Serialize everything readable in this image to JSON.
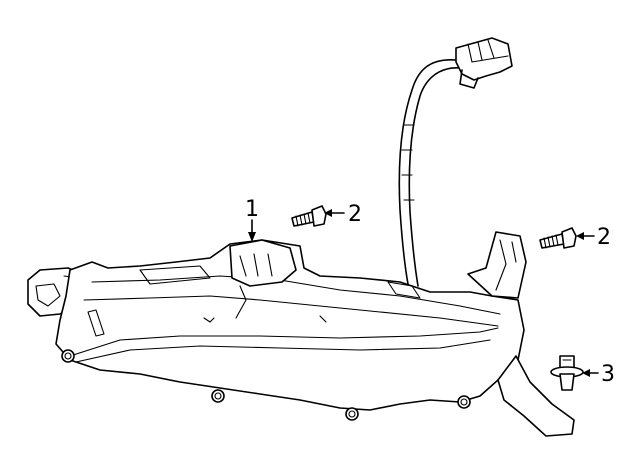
{
  "callouts": {
    "c1": "1",
    "c2a": "2",
    "c2b": "2",
    "c3": "3"
  },
  "colors": {
    "line": "#000000",
    "background": "#ffffff"
  }
}
